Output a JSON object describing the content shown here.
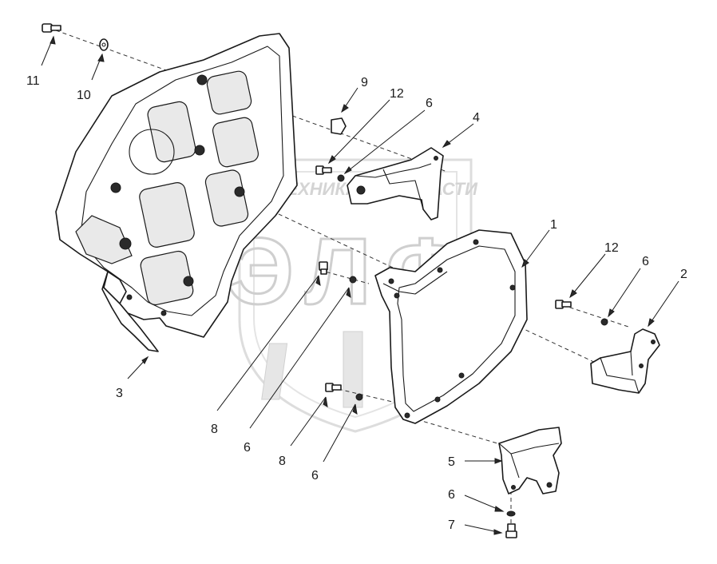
{
  "watermark": {
    "company_left": "ТЕХНИКА",
    "company_right": "ЗАПЧАСТИ",
    "logo_letters": "ЭЛФ"
  },
  "callouts": [
    {
      "id": "callout-11",
      "label": "11"
    },
    {
      "id": "callout-10",
      "label": "10"
    },
    {
      "id": "callout-9",
      "label": "9"
    },
    {
      "id": "callout-12-top",
      "label": "12"
    },
    {
      "id": "callout-6-top",
      "label": "6"
    },
    {
      "id": "callout-4",
      "label": "4"
    },
    {
      "id": "callout-1",
      "label": "1"
    },
    {
      "id": "callout-12-right",
      "label": "12"
    },
    {
      "id": "callout-6-right",
      "label": "6"
    },
    {
      "id": "callout-2",
      "label": "2"
    },
    {
      "id": "callout-3",
      "label": "3"
    },
    {
      "id": "callout-8-upper",
      "label": "8"
    },
    {
      "id": "callout-6-mid",
      "label": "6"
    },
    {
      "id": "callout-8-lower",
      "label": "8"
    },
    {
      "id": "callout-6-lower",
      "label": "6"
    },
    {
      "id": "callout-5",
      "label": "5"
    },
    {
      "id": "callout-6-bottom",
      "label": "6"
    },
    {
      "id": "callout-7",
      "label": "7"
    }
  ]
}
